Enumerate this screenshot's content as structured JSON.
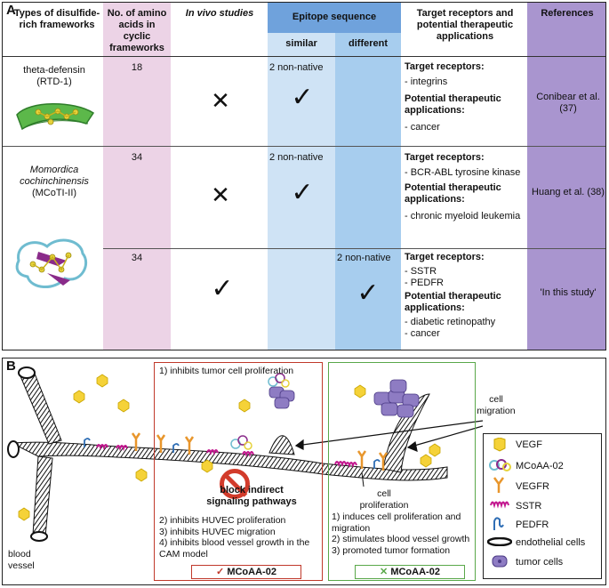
{
  "panel_a": {
    "label": "A",
    "headers": {
      "frameworks": "Types of disulfide-rich frameworks",
      "amino_acids": "No. of amino acids in cyclic frameworks",
      "in_vivo": "In vivo studies",
      "epitope": "Epitope sequence",
      "similar": "similar",
      "different": "different",
      "targets": "Target receptors and potential therapeutic applications",
      "references": "References"
    },
    "rows": [
      {
        "framework": "theta-defensin",
        "framework_abbr": "(RTD-1)",
        "amino_acids": "18",
        "similar": "2 non-native",
        "target_label": "Target receptors:",
        "targets": [
          "- integrins"
        ],
        "therapy_label": "Potential therapeutic applications:",
        "therapies": [
          "- cancer"
        ],
        "reference": "Conibear et al. (37)"
      },
      {
        "framework_italic": "Momordica cochinchinensis",
        "framework_abbr": "(MCoTI-II)",
        "amino_acids": "34",
        "similar": "2 non-native",
        "target_label": "Target receptors:",
        "targets": [
          "- BCR-ABL tyrosine kinase"
        ],
        "therapy_label": "Potential therapeutic applications:",
        "therapies": [
          "- chronic myeloid leukemia"
        ],
        "reference": "Huang et al. (38)"
      },
      {
        "amino_acids": "34",
        "different": "2 non-native",
        "target_label": "Target receptors:",
        "targets": [
          "- SSTR",
          "- PEDFR"
        ],
        "therapy_label": "Potential therapeutic applications:",
        "therapies": [
          "- diabetic retinopathy",
          "- cancer"
        ],
        "reference": "'In this study'"
      }
    ],
    "colors": {
      "pink": "#ecd3e6",
      "light_blue": "#cfe3f5",
      "mid_blue": "#a7cdee",
      "header_blue": "#6fa2dc",
      "purple": "#a995cf"
    }
  },
  "panel_b": {
    "label": "B",
    "red_box": {
      "item1": "1) inhibits tumor cell proliferation",
      "block_line1": "block indirect",
      "block_line2": "signaling pathways",
      "item2": "2) inhibits HUVEC proliferation",
      "item3": "3) inhibits HUVEC migration",
      "item4": "4) inhibits blood vessel growth in the CAM model",
      "footer": "MCoAA-02",
      "footer_icon": "check-mark"
    },
    "green_box": {
      "prolif1": "cell",
      "prolif2": "proliferation",
      "item1": "1) induces cell proliferation and migration",
      "item2": "2) stimulates blood vessel growth",
      "item3": "3) promoted tumor formation",
      "footer": "MCoAA-02",
      "footer_icon": "x-mark"
    },
    "cell_migration": "cell migration",
    "blood_vessel": "blood vessel",
    "legend": [
      {
        "icon": "hexagon-icon",
        "label": "VEGF"
      },
      {
        "icon": "peptide-icon",
        "label": "MCoAA-02"
      },
      {
        "icon": "receptor-icon",
        "label": "VEGFR"
      },
      {
        "icon": "coil-icon",
        "label": "SSTR"
      },
      {
        "icon": "hook-icon",
        "label": "PEDFR"
      },
      {
        "icon": "endothelial-icon",
        "label": "endothelial cells"
      },
      {
        "icon": "tumor-icon",
        "label": "tumor cells"
      }
    ],
    "colors": {
      "red": "#c0392b",
      "green": "#5aa84a",
      "hex": "#f5d238",
      "orange": "#e8962c",
      "magenta": "#c2168e",
      "violet": "#8e7cc3"
    }
  }
}
